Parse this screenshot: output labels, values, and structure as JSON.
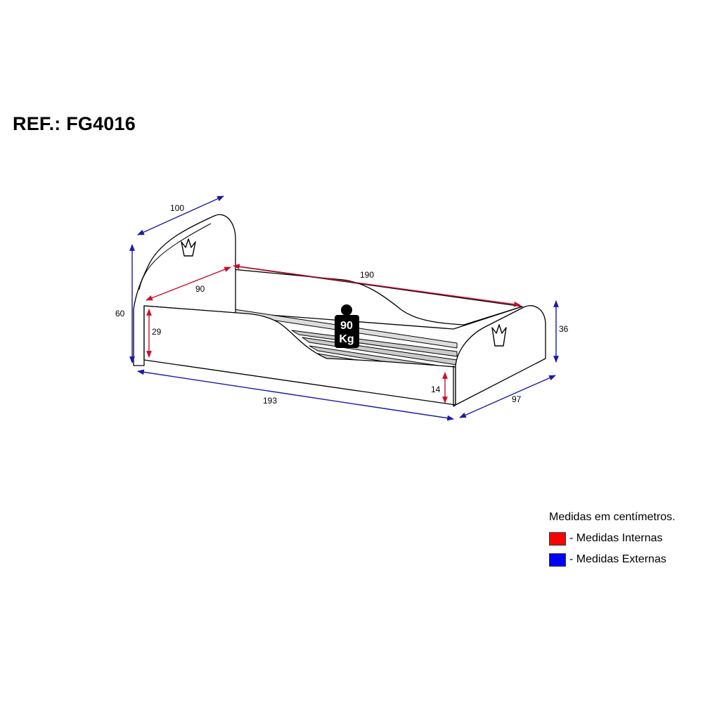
{
  "ref": "REF.: FG4016",
  "weight": {
    "line1": "90",
    "line2": "Kg"
  },
  "dimensions": {
    "headboard_depth": "100",
    "inner_length": "190",
    "inner_width": "90",
    "outer_height": "60",
    "inner_height": "29",
    "foot_height": "36",
    "outer_length": "193",
    "outer_width": "97",
    "clearance": "14"
  },
  "legend": {
    "title": "Medidas em centímetros.",
    "items": [
      {
        "label": "- Medidas Internas",
        "color": "#ff0000"
      },
      {
        "label": "- Medidas Externas",
        "color": "#0000ff"
      }
    ]
  },
  "colors": {
    "internal": "#c8102e",
    "external": "#1a1aa8"
  }
}
